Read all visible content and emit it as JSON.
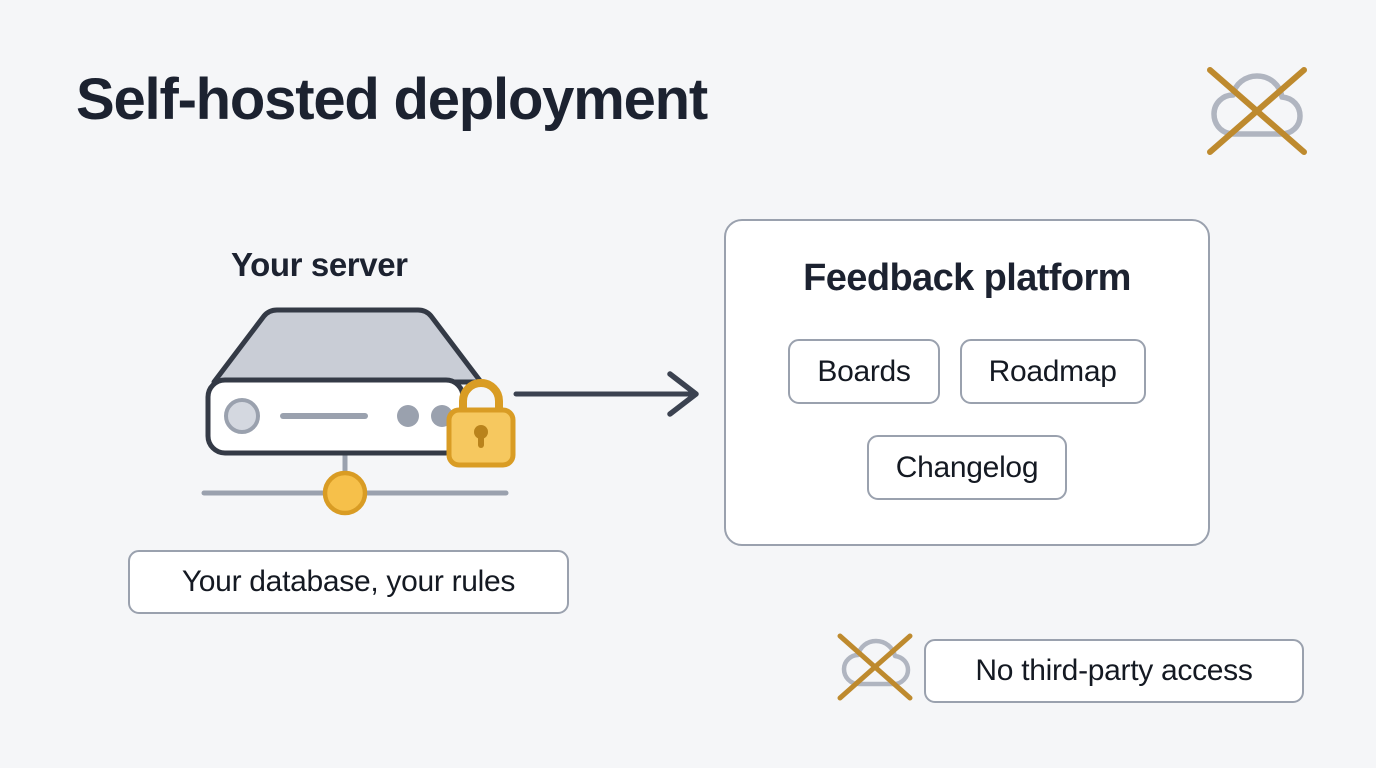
{
  "page": {
    "title": "Self-hosted deployment",
    "background_color": "#f5f6f8",
    "text_color": "#1c2230"
  },
  "icons": {
    "cloud_top_right": "no-cloud-icon",
    "cloud_bottom": "no-cloud-icon",
    "lock": "padlock-icon",
    "arrow": "arrow-right-icon",
    "cloud_stroke_color": "#b0b5c0",
    "cross_stroke_color": "#be8a2e",
    "lock_fill_color": "#f6c85f",
    "lock_stroke_color": "#d99c24",
    "node_fill_color": "#f6c04a",
    "server_top_color": "#c9cdd6",
    "server_outline_color": "#343a46",
    "border_color": "#9aa1ae"
  },
  "server": {
    "label": "Your server",
    "illustration_name": "server-rack-illustration",
    "callout": "Your database, your rules"
  },
  "platform": {
    "title": "Feedback platform",
    "row_1": [
      {
        "label": "Boards"
      },
      {
        "label": "Roadmap"
      }
    ],
    "row_2": [
      {
        "label": "Changelog"
      }
    ]
  },
  "notes": {
    "third_party": "No third-party access"
  }
}
